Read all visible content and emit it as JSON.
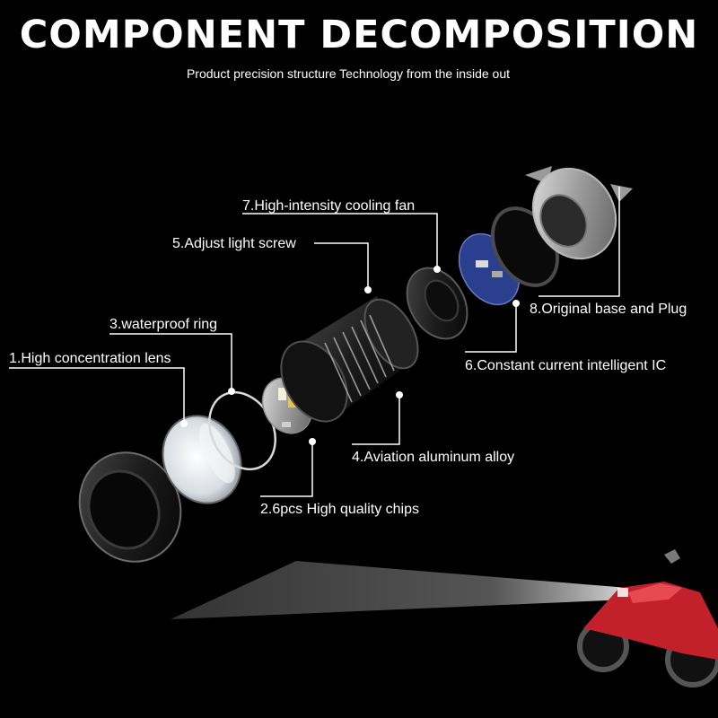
{
  "header": {
    "title": "COMPONENT DECOMPOSITION",
    "subtitle": "Product precision structure Technology from the inside out"
  },
  "components": [
    {
      "label": "1.High concentration lens",
      "icon": "lens-cover-icon"
    },
    {
      "label": "2.6pcs High quality chips",
      "icon": "led-chip-board-icon"
    },
    {
      "label": "3.waterproof ring",
      "icon": "waterproof-ring-icon"
    },
    {
      "label": "4.Aviation aluminum alloy",
      "icon": "aluminum-heatsink-icon"
    },
    {
      "label": "5.Adjust light screw",
      "icon": "adjust-screw-icon"
    },
    {
      "label": "6.Constant current intelligent IC",
      "icon": "driver-ic-board-icon"
    },
    {
      "label": "7.High-intensity cooling fan",
      "icon": "cooling-fan-icon"
    },
    {
      "label": "8.Original base and Plug",
      "icon": "base-plug-icon"
    }
  ],
  "colors": {
    "background": "#000000",
    "text": "#ffffff",
    "ic_board": "#2b3f8f",
    "motorcycle": "#c2202a"
  }
}
